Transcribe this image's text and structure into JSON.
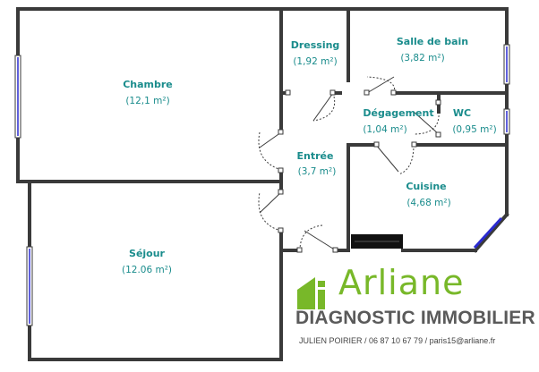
{
  "rooms": {
    "chambre": {
      "name": "Chambre",
      "area": "(12,1 m²)"
    },
    "sejour": {
      "name": "Séjour",
      "area": "(12.06 m²)"
    },
    "dressing": {
      "name": "Dressing",
      "area": "(1,92 m²)"
    },
    "salle_de_bain": {
      "name": "Salle de bain",
      "area": "(3,82 m²)"
    },
    "degagement": {
      "name": "Dégagement",
      "area": "(1,04 m²)"
    },
    "wc": {
      "name": "WC",
      "area": "(0,95 m²)"
    },
    "entree": {
      "name": "Entrée",
      "area": "(3,7 m²)"
    },
    "cuisine": {
      "name": "Cuisine",
      "area": "(4,68 m²)"
    }
  },
  "branding": {
    "name": "Arliane",
    "subtitle": "DIAGNOSTIC IMMOBILIER",
    "contact": "JULIEN POIRIER / 06 87 10 67 79 / paris15@arliane.fr"
  },
  "colors": {
    "wall": "#3a3a3a",
    "room_text": "#1a8c8c",
    "window": "#2a2ad0",
    "brand_green": "#78b829",
    "brand_gray": "#5a5a5a"
  }
}
